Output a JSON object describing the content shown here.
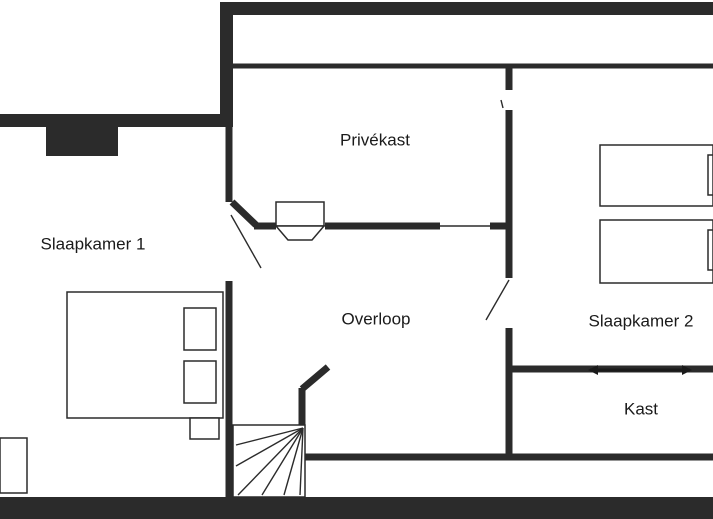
{
  "floorplan": {
    "rooms": [
      {
        "key": "privekast",
        "label": "Privékast"
      },
      {
        "key": "slaapkamer1",
        "label": "Slaapkamer 1"
      },
      {
        "key": "overloop",
        "label": "Overloop"
      },
      {
        "key": "slaapkamer2",
        "label": "Slaapkamer 2"
      },
      {
        "key": "kast",
        "label": "Kast"
      }
    ]
  }
}
